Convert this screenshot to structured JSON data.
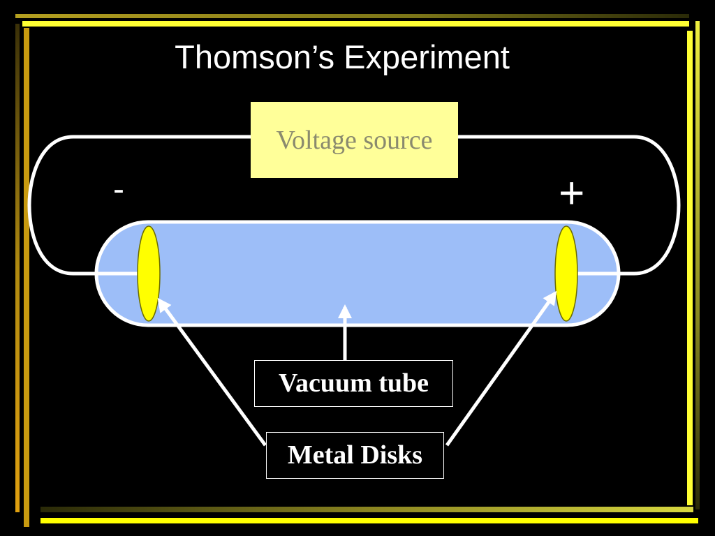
{
  "title": "Thomson’s Experiment",
  "voltage_source": {
    "label": "Voltage source",
    "fill_color": "#ffff99",
    "text_color": "#8a8a6e"
  },
  "terminals": {
    "negative": "-",
    "positive": "+"
  },
  "labels": {
    "vacuum_tube": "Vacuum tube",
    "metal_disks": "Metal Disks"
  },
  "colors": {
    "background": "#000000",
    "tube_fill": "#9dbef8",
    "disk_fill": "#ffff00",
    "frame_bright": "#ffff33",
    "frame_dark": "#5a5a10"
  }
}
